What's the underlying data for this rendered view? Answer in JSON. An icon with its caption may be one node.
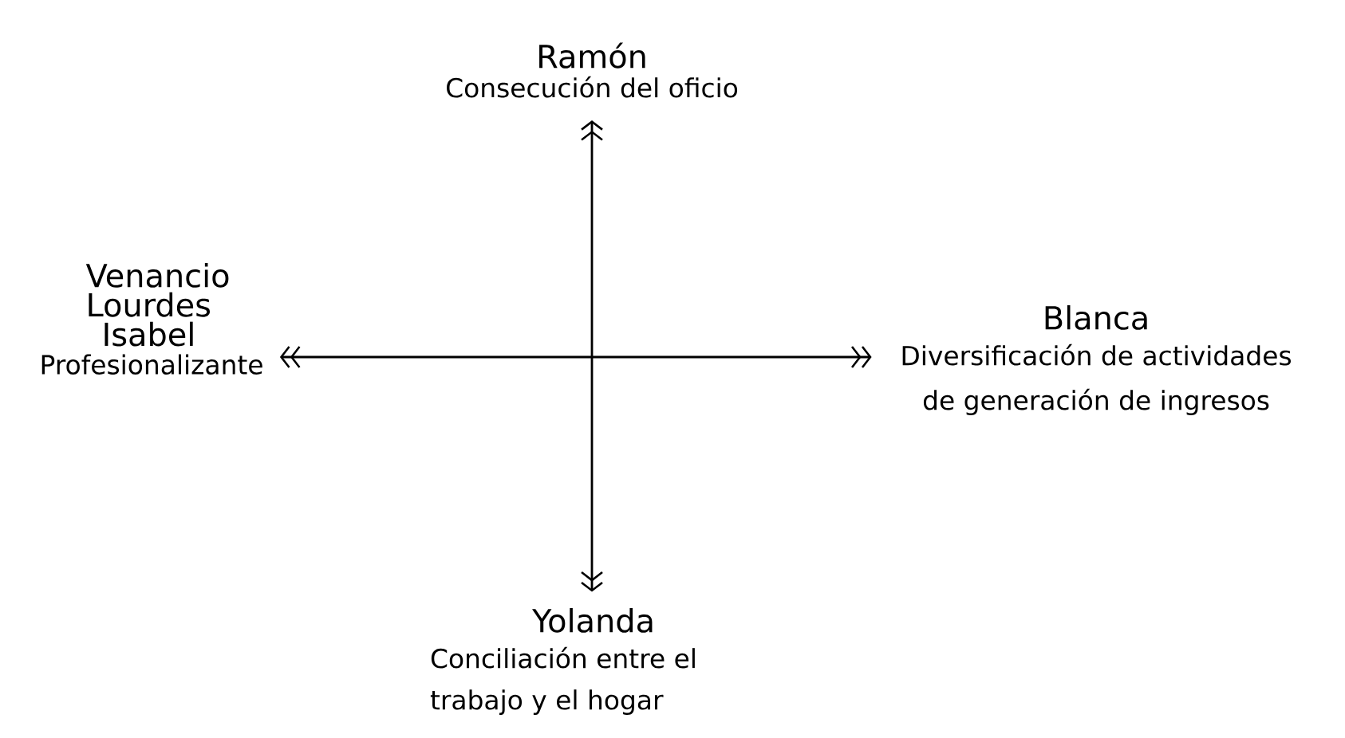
{
  "diagram": {
    "nodes": [
      {
        "text": [
          "Ramón",
          "Consecución del oficio"
        ]
      },
      {
        "text": [
          "Venancio",
          "Lourdes",
          "Isabel",
          "Profesionalizante"
        ]
      },
      {
        "text": [
          "Blanca",
          "Diversificación de actividades de generación de ingresos"
        ]
      },
      {
        "text": [
          "Yolanda",
          "Conciliación entre el trabajo y el hogar"
        ]
      }
    ],
    "edges": [
      {
        "from": 3,
        "to": 0,
        "arrow": "both"
      },
      {
        "from": 1,
        "to": 2,
        "arrow": "both"
      }
    ]
  }
}
